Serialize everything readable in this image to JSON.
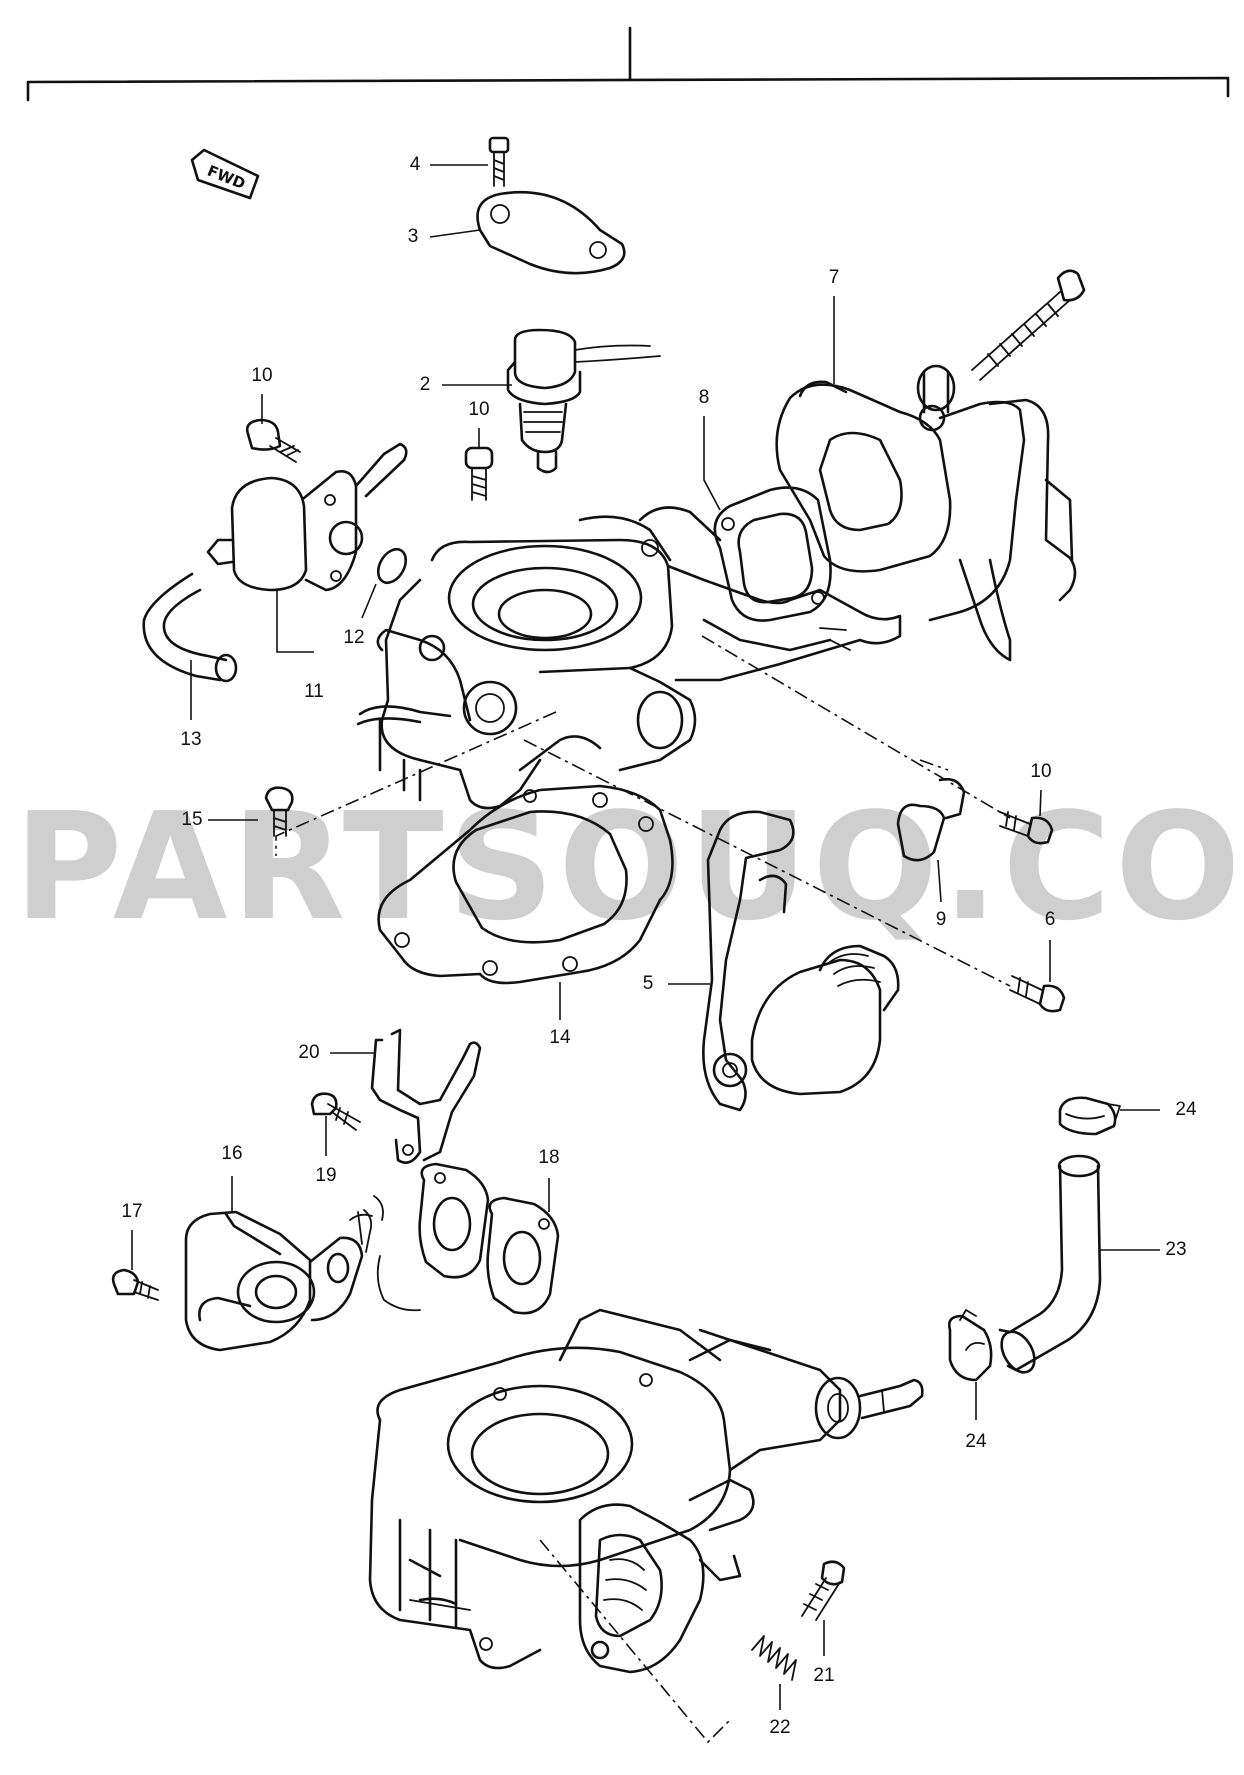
{
  "watermark": "PARTSOUQ.COM",
  "fwd_label": "FWD",
  "labels": {
    "l2": "2",
    "l3": "3",
    "l4": "4",
    "l5": "5",
    "l6": "6",
    "l7": "7",
    "l8": "8",
    "l9": "9",
    "l10a": "10",
    "l10b": "10",
    "l10c": "10",
    "l11": "11",
    "l12": "12",
    "l13": "13",
    "l14": "14",
    "l15": "15",
    "l16": "16",
    "l17": "17",
    "l18": "18",
    "l19": "19",
    "l20": "20",
    "l21": "21",
    "l22": "22",
    "l23": "23",
    "l24a": "24",
    "l24b": "24"
  }
}
